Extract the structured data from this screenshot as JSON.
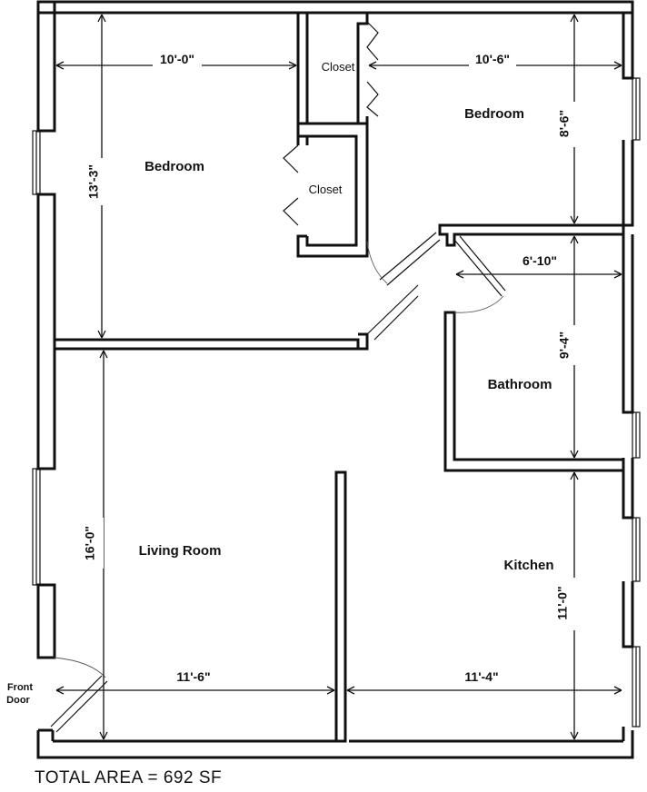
{
  "rooms": {
    "bedroom_1": "Bedroom",
    "bedroom_2": "Bedroom",
    "closet_1": "Closet",
    "closet_2": "Closet",
    "bathroom": "Bathroom",
    "living_room": "Living Room",
    "kitchen": "Kitchen"
  },
  "dimensions": {
    "bedroom_1_width": "10'-0\"",
    "bedroom_1_depth": "13'-3\"",
    "bedroom_2_width": "10'-6\"",
    "bedroom_2_depth": "8'-6\"",
    "bathroom_width": "6'-10\"",
    "bathroom_depth": "9'-4\"",
    "living_room_width": "11'-6\"",
    "living_room_depth": "16'-0\"",
    "kitchen_width": "11'-4\"",
    "kitchen_depth": "11'-0\""
  },
  "front_door": [
    "Front",
    "Door"
  ],
  "total_area": "TOTAL AREA = 692 SF"
}
